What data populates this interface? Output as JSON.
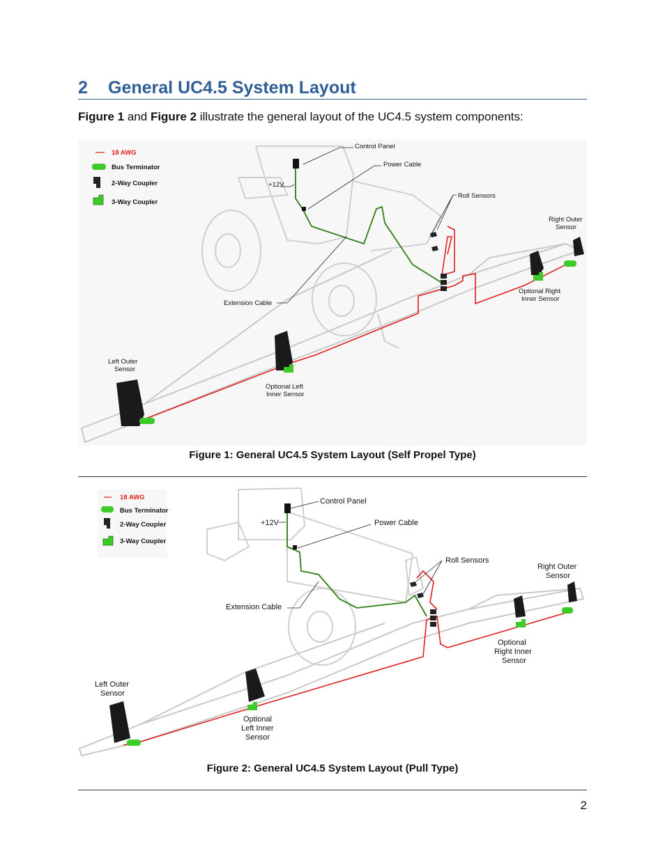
{
  "section": {
    "number": "2",
    "title": "General UC4.5 System Layout"
  },
  "intro": {
    "fig1": "Figure 1",
    "and": " and ",
    "fig2": "Figure 2",
    "rest": " illustrate the general layout of the UC4.5 system components:"
  },
  "legend": {
    "wire": "18 AWG",
    "terminator": "Bus Terminator",
    "two_way": "2-Way Coupler",
    "three_way": "3-Way Coupler"
  },
  "figure1": {
    "labels": {
      "control_panel": "Control Panel",
      "power_cable": "Power Cable",
      "plus12v": "+12V",
      "roll_sensors": "Roll Sensors",
      "right_outer_1": "Right Outer",
      "right_outer_2": "Sensor",
      "opt_right_1": "Optional Right",
      "opt_right_2": "Inner Sensor",
      "extension_cable": "Extension Cable",
      "left_outer_1": "Left Outer",
      "left_outer_2": "Sensor",
      "opt_left_1": "Optional Left",
      "opt_left_2": "Inner Sensor"
    },
    "caption": "Figure 1: General UC4.5 System Layout (Self Propel Type)"
  },
  "figure2": {
    "labels": {
      "control_panel": "Control Panel",
      "power_cable": "Power Cable",
      "plus12v": "+12V",
      "roll_sensors": "Roll Sensors",
      "right_outer_1": "Right Outer",
      "right_outer_2": "Sensor",
      "opt_right_1": "Optional",
      "opt_right_2": "Right Inner",
      "opt_right_3": "Sensor",
      "extension_cable": "Extension Cable",
      "left_outer_1": "Left Outer",
      "left_outer_2": "Sensor",
      "opt_left_1": "Optional",
      "opt_left_2": "Left Inner",
      "opt_left_3": "Sensor"
    },
    "caption": "Figure 2: General UC4.5 System Layout (Pull Type)"
  },
  "page_number": "2",
  "colors": {
    "heading": "#2f5d95",
    "wire_red": "#e01c1c",
    "wire_green": "#2e7d12",
    "coupler_green": "#3ecb2a"
  }
}
